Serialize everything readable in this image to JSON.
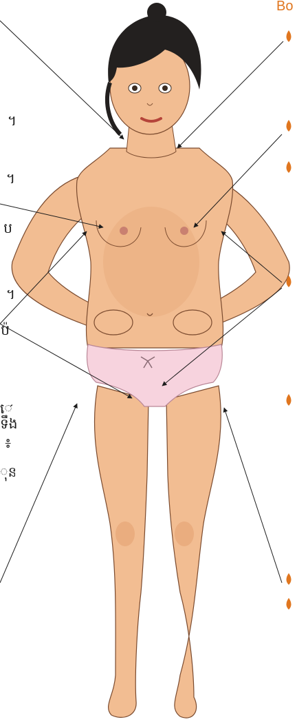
{
  "heading": "Bo",
  "left_text_fragments": [
    "។",
    "។",
    "ប",
    "។",
    "ប៉",
    "ៅ",
    "ទឹង",
    "៖",
    "ុន"
  ],
  "colors": {
    "accent": "#e0761f",
    "skin": "#f2bd92",
    "shade": "#e5a273",
    "outline": "#7a4a2e",
    "hair": "#23201f",
    "underwear": "#f7d3de",
    "arrow": "#1c1c1c"
  }
}
